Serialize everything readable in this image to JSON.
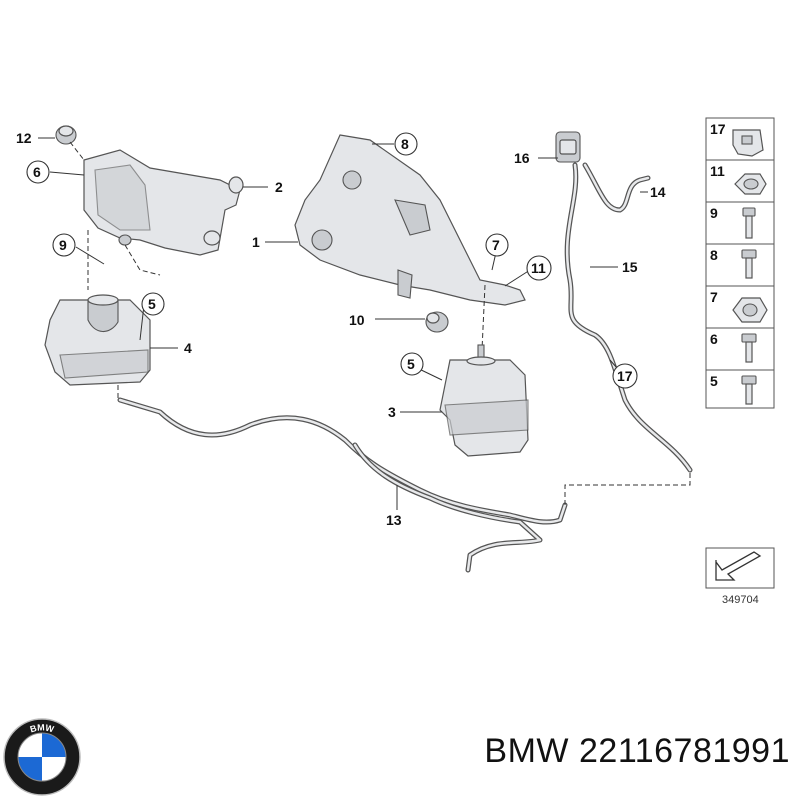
{
  "diagram": {
    "callouts": {
      "c1": "1",
      "c2": "2",
      "c3": "3",
      "c4": "4",
      "c5a": "5",
      "c5b": "5",
      "c6": "6",
      "c7": "7",
      "c8": "8",
      "c9": "9",
      "c10": "10",
      "c11": "11",
      "c12": "12",
      "c13": "13",
      "c14": "14",
      "c15": "15",
      "c16": "16",
      "c17": "17"
    },
    "legend": [
      "17",
      "11",
      "9",
      "8",
      "7",
      "6",
      "5"
    ],
    "reference_number": "349704"
  },
  "brand": {
    "logo_text": "BMW",
    "name": "BMW",
    "part_number": "22116781991"
  },
  "colors": {
    "part_fill": "#e4e6e9",
    "outline": "#555555",
    "logo_blue": "#1c69d4"
  }
}
